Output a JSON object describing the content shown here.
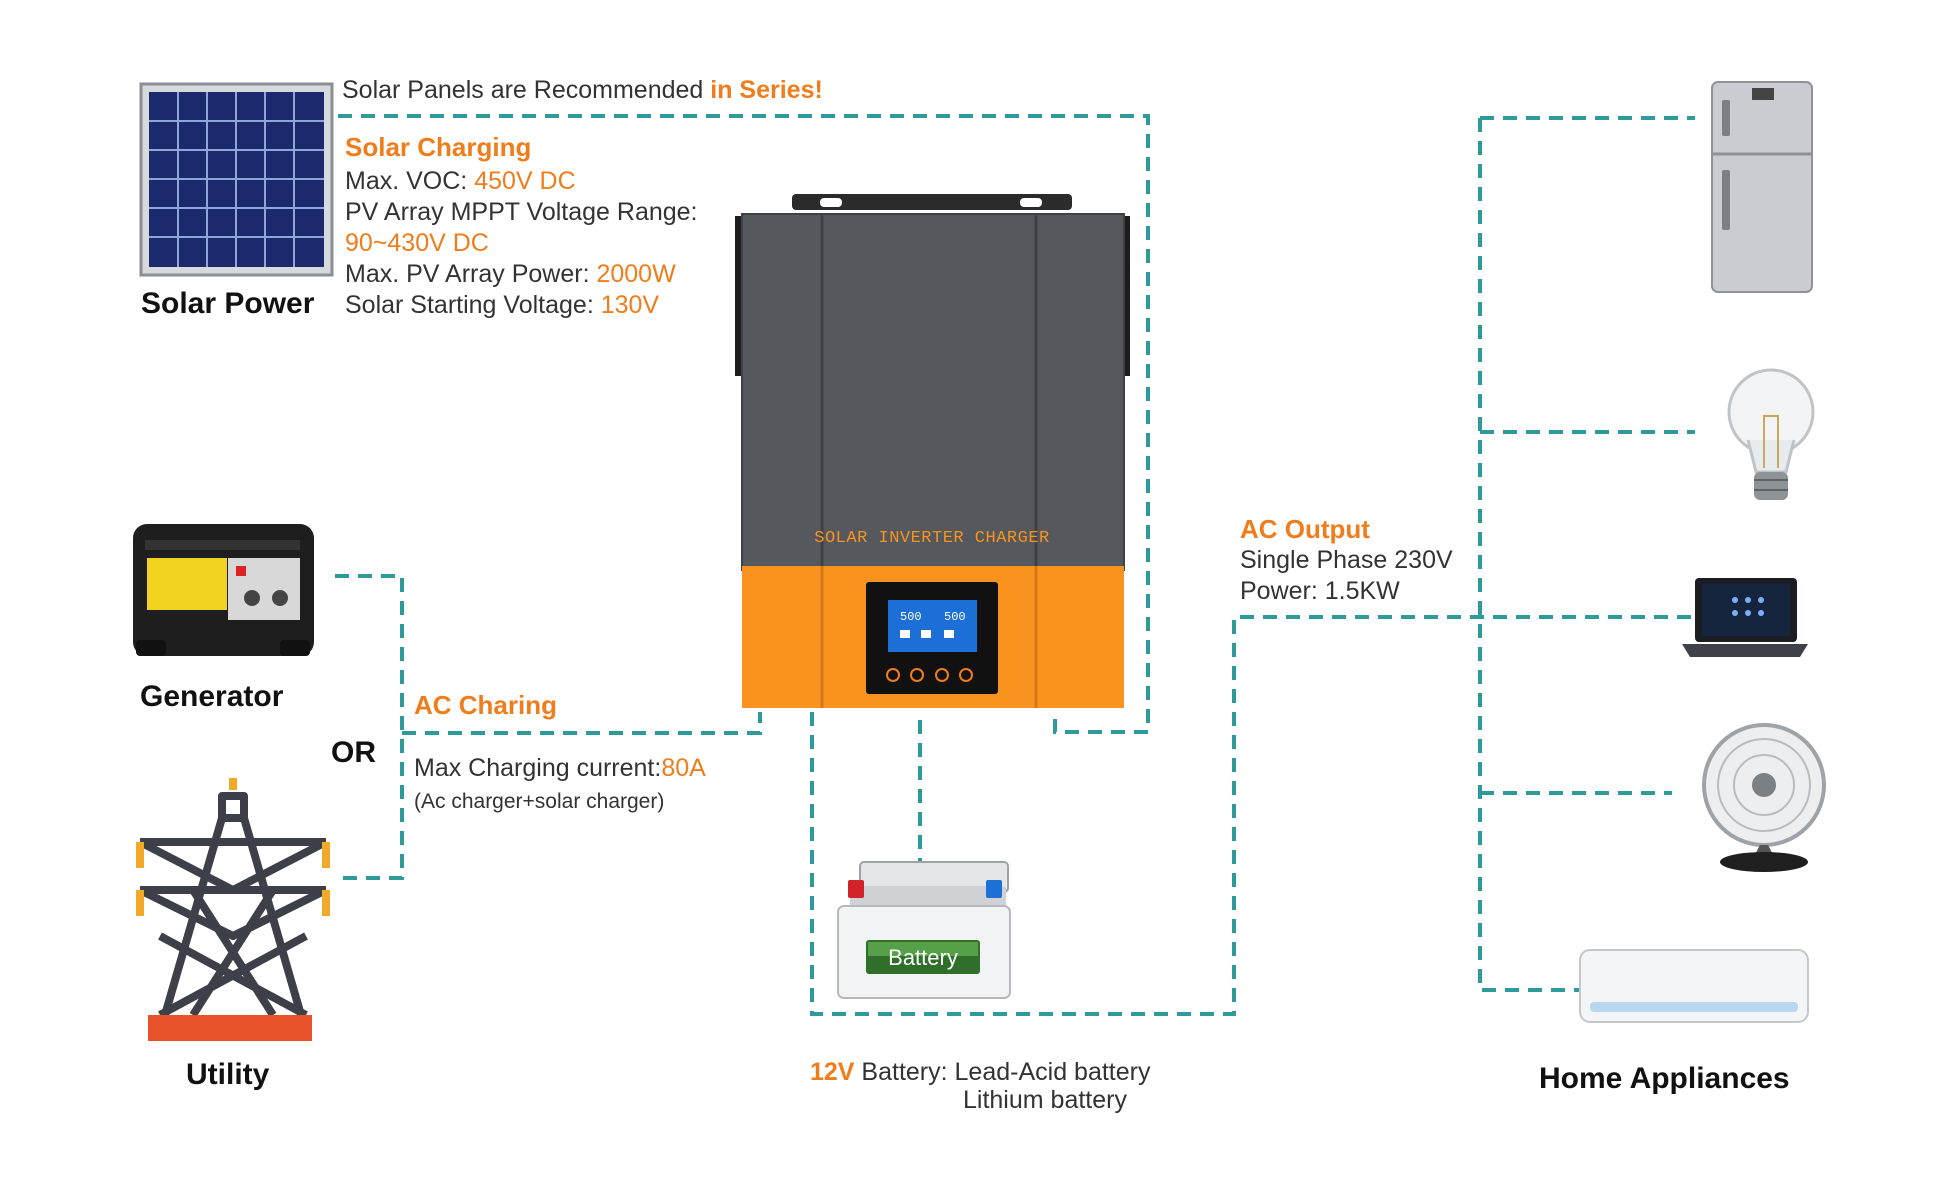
{
  "colors": {
    "accent": "#f07d1b",
    "line": "#2e9a9a",
    "inverter_body": "#55585c",
    "inverter_bottom": "#f7931e",
    "text": "#333333"
  },
  "solar": {
    "recommend_prefix": "Solar Panels are Recommended ",
    "recommend_highlight": "in Series!",
    "heading": "Solar Charging",
    "voc_label": "Max. VOC: ",
    "voc_value": "450V DC",
    "mppt_label": "PV Array MPPT Voltage Range:",
    "mppt_value": "90~430V DC",
    "pv_power_label": "Max. PV Array Power: ",
    "pv_power_value": "2000W",
    "start_label": "Solar Starting Voltage: ",
    "start_value": "130V",
    "caption": "Solar Power"
  },
  "generator": {
    "caption": "Generator"
  },
  "or_label": "OR",
  "utility": {
    "caption": "Utility"
  },
  "ac_charging": {
    "heading": "AC Charing",
    "current_label": "Max Charging current:",
    "current_value": "80A",
    "note": "(Ac charger+solar charger)"
  },
  "inverter": {
    "label": "SOLAR INVERTER CHARGER",
    "lcd_left": "500",
    "lcd_right": "500"
  },
  "battery": {
    "label": "Battery",
    "voltage": "12V",
    "type_label": " Battery: ",
    "type_1": "Lead-Acid battery",
    "type_2": "Lithium battery"
  },
  "ac_output": {
    "heading": "AC Output",
    "phase": "Single Phase 230V",
    "power": "Power: 1.5KW"
  },
  "appliances": {
    "caption": "Home Appliances",
    "items": [
      "fridge-icon",
      "bulb-icon",
      "laptop-icon",
      "fan-icon",
      "air-conditioner-icon"
    ]
  }
}
